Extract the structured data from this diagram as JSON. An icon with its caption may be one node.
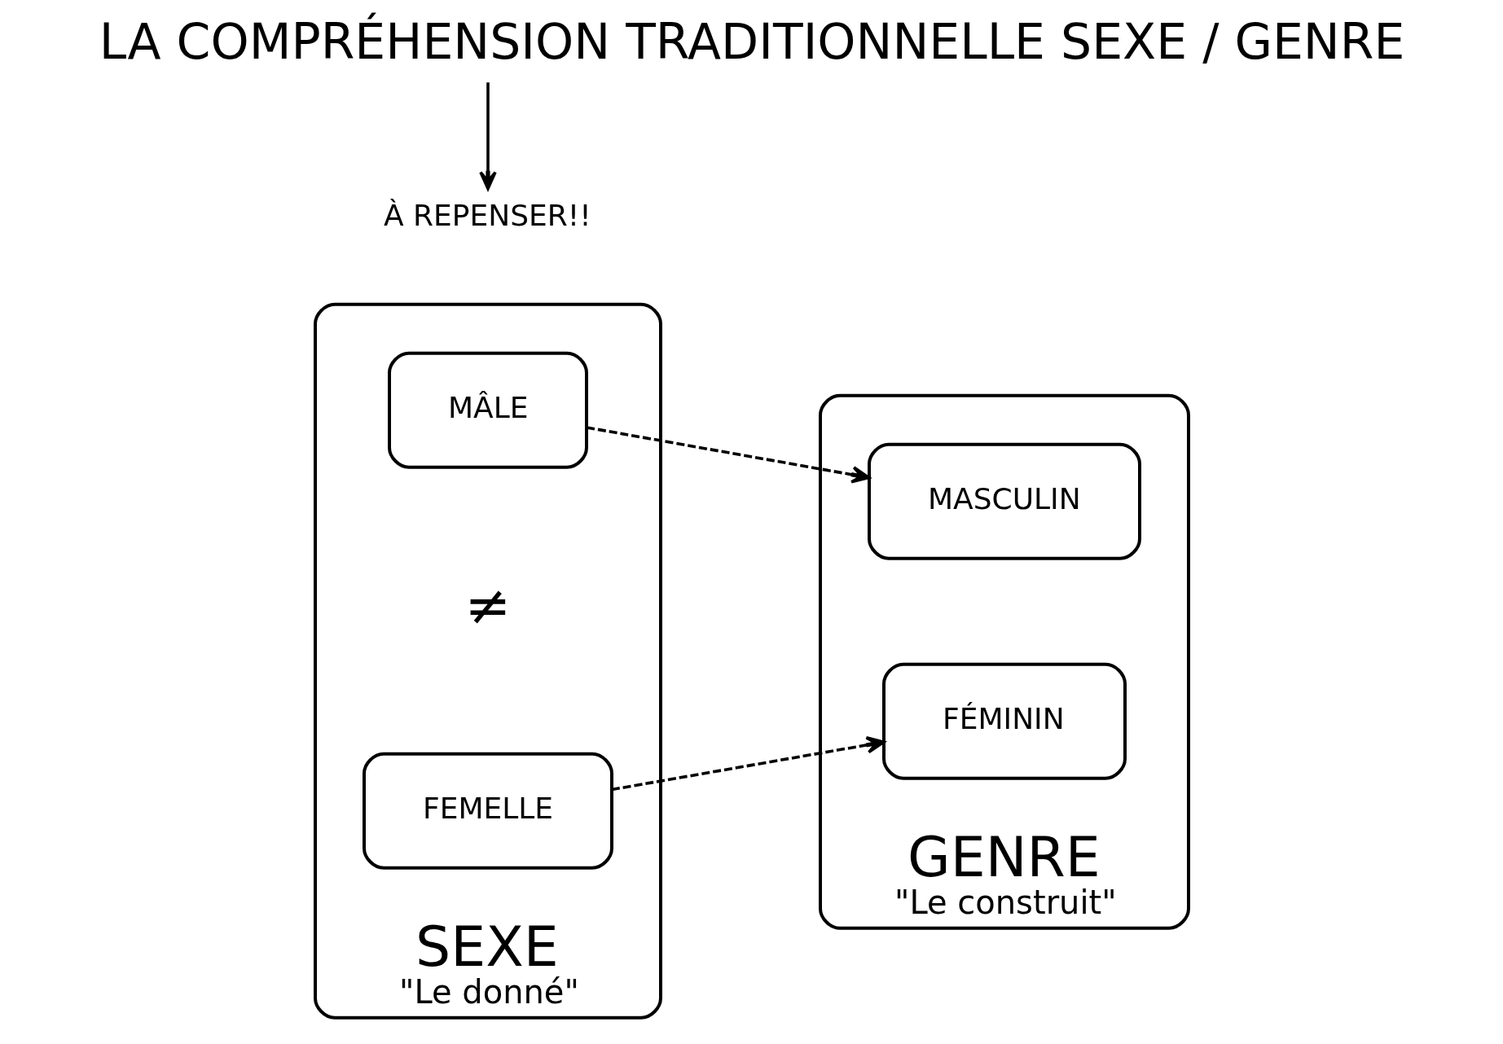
{
  "diagram": {
    "title": "LA COMPRÉHENSION TRADITIONNELLE SEXE / GENRE",
    "nodes": [
      {
        "text": [
          "SEXE"
        ],
        "beside": [
          "\"Le donné\""
        ]
      },
      {
        "text": [
          "MÂLE"
        ],
        "in": 0
      },
      {
        "text": [
          "FEMELLE"
        ],
        "in": 0
      },
      {
        "text": [
          "GENRE"
        ],
        "beside": [
          "\"Le construit\""
        ]
      },
      {
        "text": [
          "MASCULIN"
        ],
        "in": 3
      },
      {
        "text": [
          "FÉMININ"
        ],
        "in": 3
      },
      {
        "text": [
          "À REPENSER!!"
        ]
      }
    ],
    "edges": [
      {
        "from": 1,
        "to": 4,
        "arrow": "to",
        "style": "dashed"
      },
      {
        "from": 2,
        "to": 5,
        "arrow": "to",
        "style": "dashed"
      },
      {
        "from": null,
        "to": 6,
        "arrow": "to"
      }
    ],
    "labels": [
      "≠"
    ]
  }
}
